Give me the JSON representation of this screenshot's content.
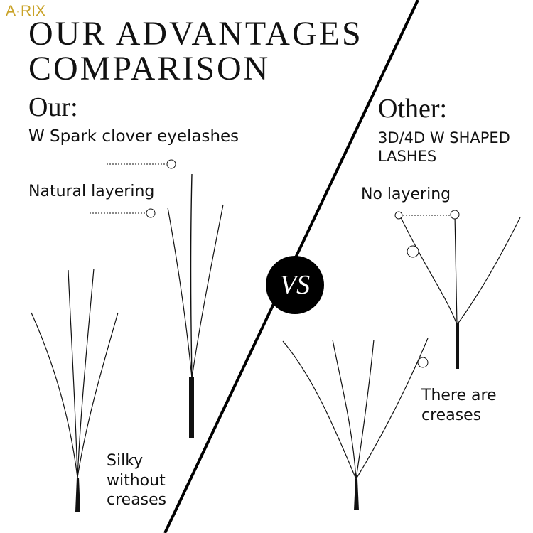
{
  "brand": {
    "logo": "A·RIX",
    "color": "#c9a227"
  },
  "title": {
    "line1": "OUR ADVANTAGES",
    "line2": "COMPARISON"
  },
  "left": {
    "heading": "Our:",
    "product": "W Spark clover eyelashes",
    "feature": "Natural layering",
    "caption": "Silky without creases"
  },
  "right": {
    "heading": "Other:",
    "product": "3D/4D W SHAPED LASHES",
    "feature": "No layering",
    "caption": "There are creases"
  },
  "vs_badge": "VS"
}
